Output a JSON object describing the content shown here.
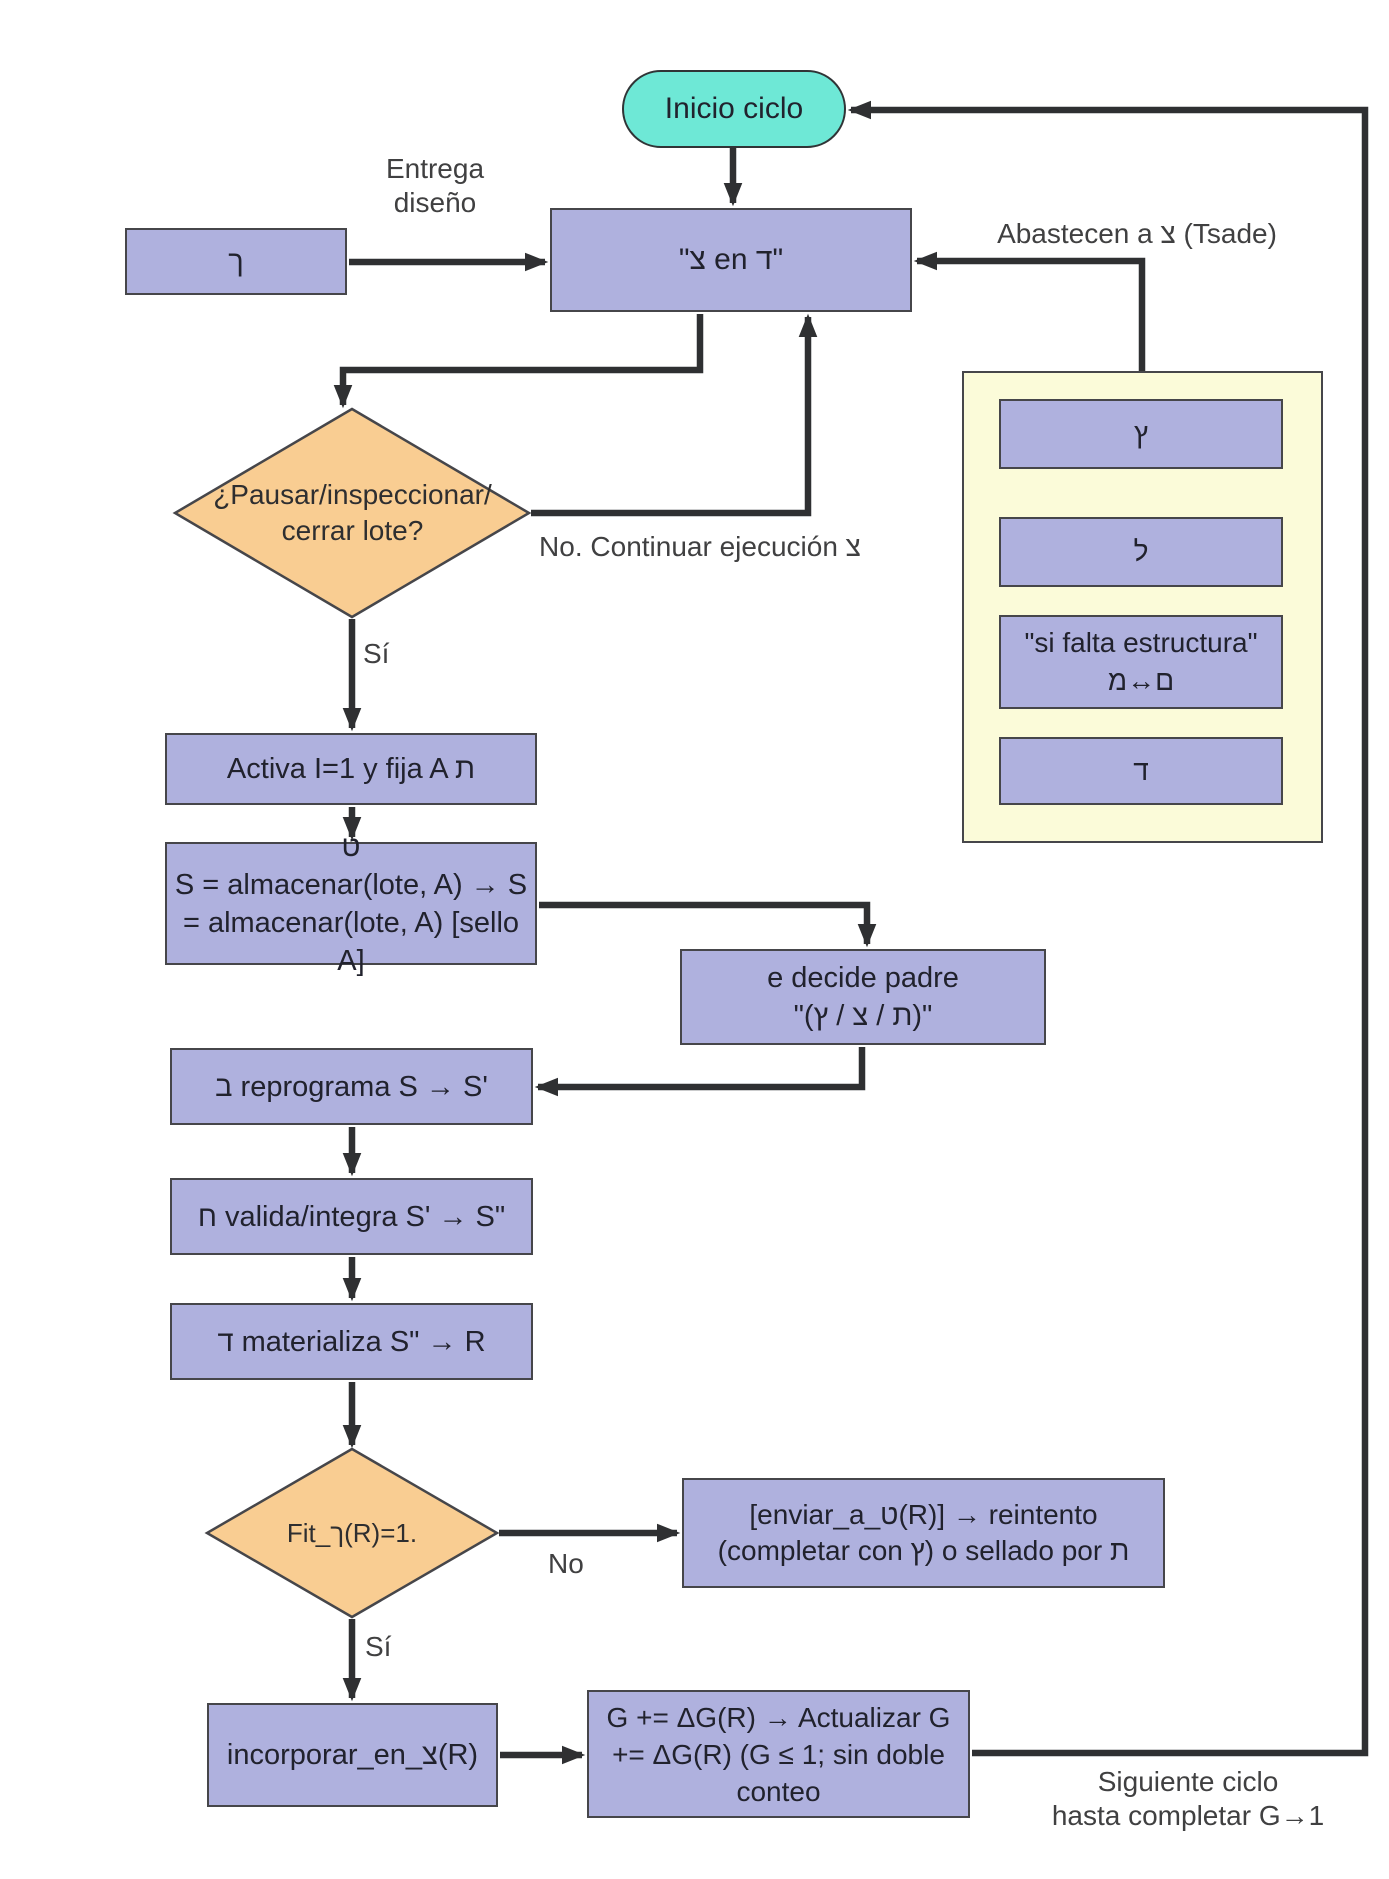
{
  "diagram": {
    "nodes": {
      "inicio": {
        "label": "Inicio ciclo"
      },
      "proceso": {
        "label": "\"צ en ד\""
      },
      "kaf": {
        "label": "ך"
      },
      "decision1": {
        "label": "¿Pausar/inspeccionar/\ncerrar lote?"
      },
      "activa": {
        "label": "Activa I=1 y fija A ת"
      },
      "tet": {
        "label": "ט\nS = almacenar(lote, A) → S\n= almacenar(lote, A) [sello A]"
      },
      "decide": {
        "label": "e decide padre\n\"(ת / צ / ץ)\""
      },
      "reprograma": {
        "label": "ב reprograma S → S'"
      },
      "valida": {
        "label": "ח valida/integra S' → S\""
      },
      "materializa": {
        "label": "ד materializa S\" → R"
      },
      "decision2": {
        "label": "Fit_ך(R)=1."
      },
      "enviar": {
        "label": "[enviar_a_ט(R)]  → reintento\n(completar con ץ) o sellado por ת"
      },
      "incorporar": {
        "label": "incorporar_en_צ(R)"
      },
      "gbox": {
        "label": "G += ΔG(R) → Actualizar G\n+= ΔG(R) (G ≤ 1; sin doble\nconteo"
      }
    },
    "sidebar": {
      "items": [
        {
          "label": "ץ"
        },
        {
          "label": "ל"
        },
        {
          "label": "\"si falta estructura\"\nם↔מ"
        },
        {
          "label": "ד"
        }
      ]
    },
    "edge_labels": {
      "entrega": "Entrega\ndiseño",
      "abastecen": "Abastecen a צ (Tsade)",
      "no_continuar": "No. Continuar ejecución צ",
      "si_decision1": "Sí",
      "si_decision2": "Sí",
      "no_decision2": "No",
      "siguiente": "Siguiente ciclo\nhasta completar G→1"
    },
    "colors": {
      "purple": "#afb1de",
      "teal": "#6ee8d6",
      "orange": "#f9cd92",
      "yellow": "#fbfbd9",
      "arrow": "#2f3032",
      "shape_border": "#46464a",
      "text": "#21222d",
      "label": "#404041"
    }
  }
}
